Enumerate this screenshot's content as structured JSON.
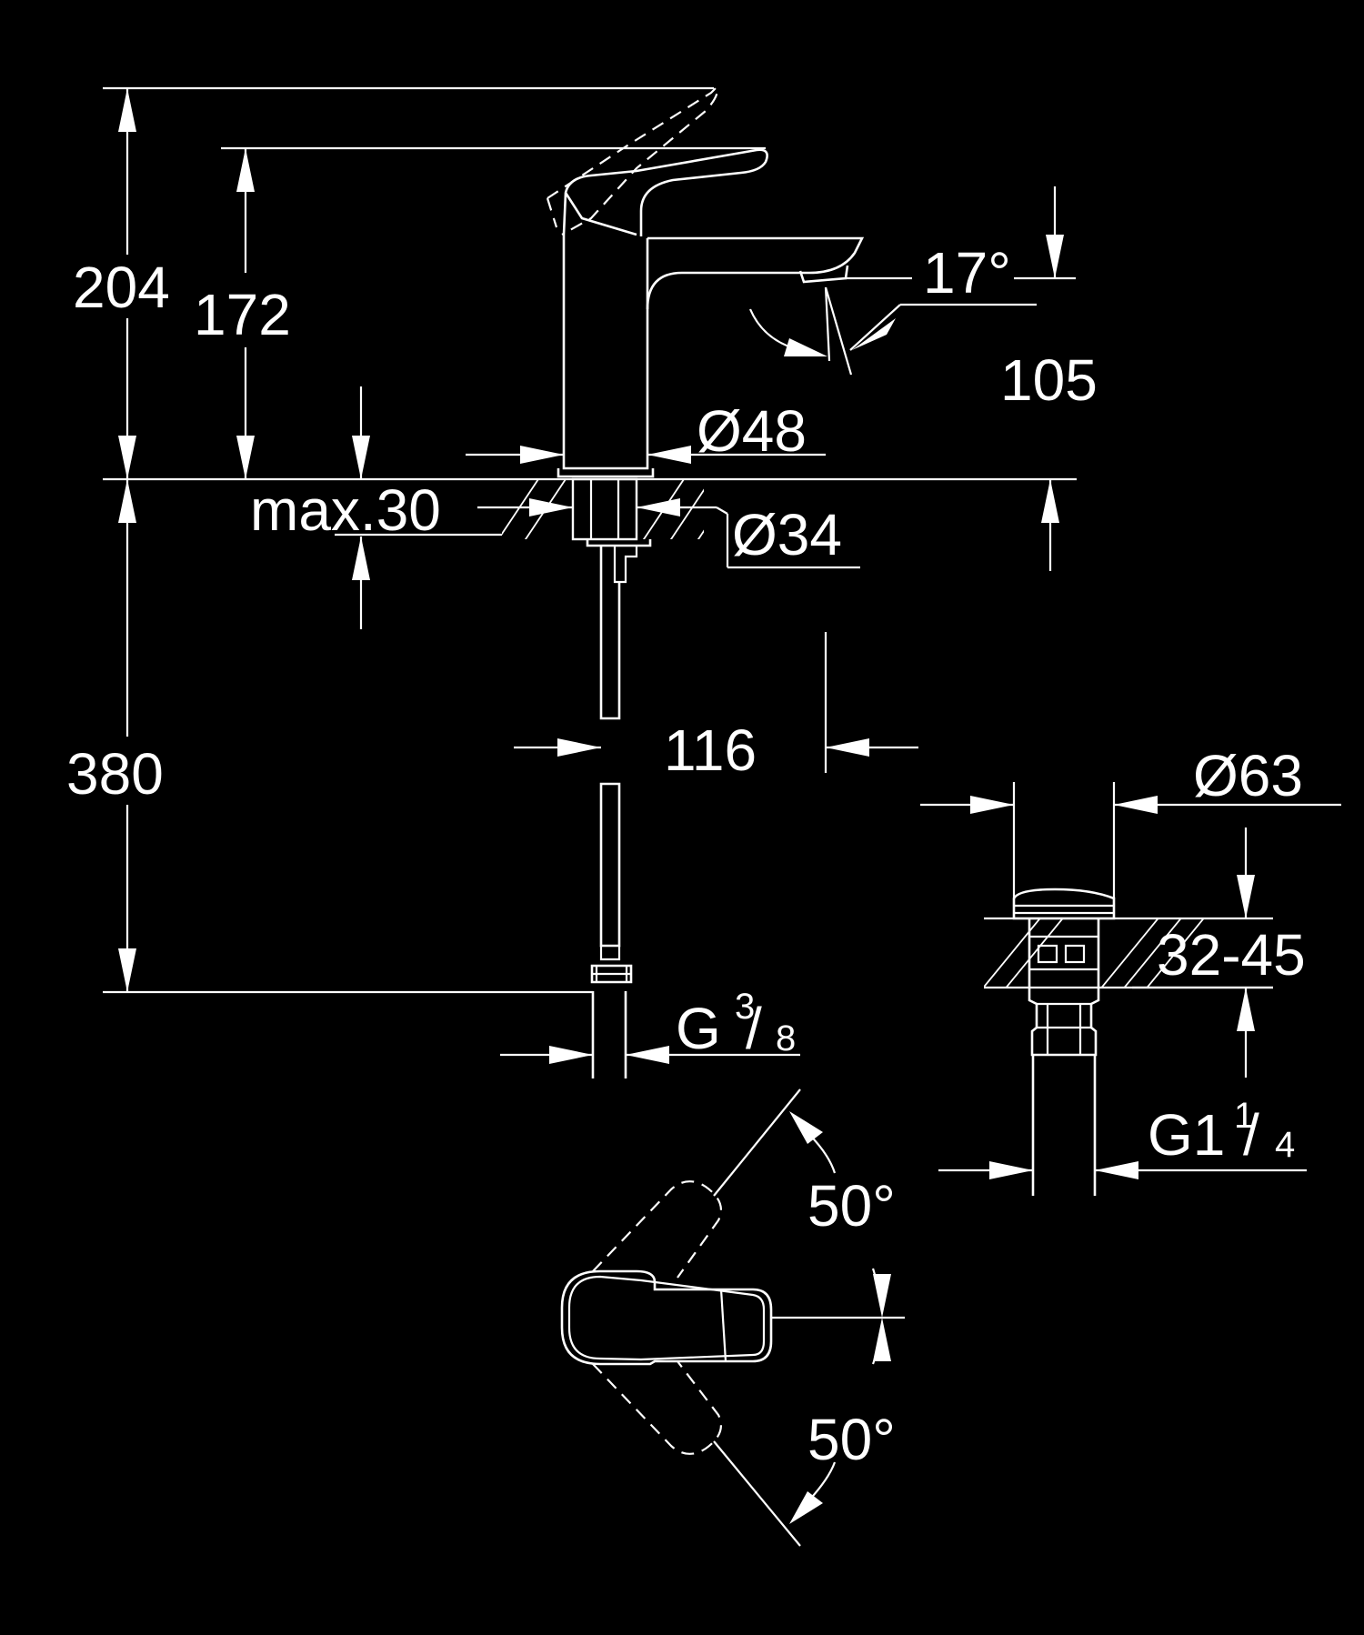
{
  "dimensions": {
    "total_height": "204",
    "spout_height": "172",
    "reach": "105",
    "spout_angle": "17°",
    "body_diameter": "Ø48",
    "counter_thickness": "max.30",
    "hole_diameter": "Ø34",
    "hose_length": "380",
    "hose_offset": "116",
    "hose_thread_main": "G",
    "hose_thread_num": "3",
    "hose_thread_den": "8",
    "waste_diameter": "Ø63",
    "waste_range": "32-45",
    "waste_thread_main": "G1",
    "waste_thread_num": "1",
    "waste_thread_den": "4",
    "lever_angle_top": "50°",
    "lever_angle_bottom": "50°"
  }
}
